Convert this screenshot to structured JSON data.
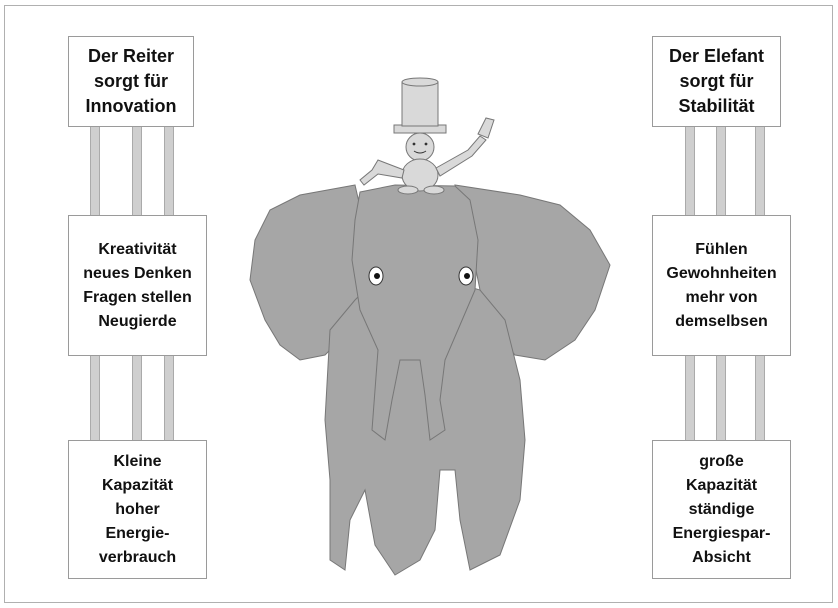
{
  "left": {
    "title": [
      "Der Reiter",
      "sorgt für",
      "Innovation"
    ],
    "middle": [
      "Kreativität",
      "neues Denken",
      "Fragen stellen",
      "Neugierde"
    ],
    "bottom": [
      "Kleine",
      "Kapazität",
      "hoher",
      "Energie-",
      "verbrauch"
    ]
  },
  "right": {
    "title": [
      "Der Elefant",
      "sorgt für",
      "Stabilität"
    ],
    "middle": [
      "Fühlen",
      "Gewohnheiten",
      "mehr von",
      "demselbsen"
    ],
    "bottom": [
      "große",
      "Kapazität",
      "ständige",
      "Energiespar-",
      "Absicht"
    ]
  },
  "colors": {
    "elephant": "#a6a6a6",
    "rider": "#d9d9d9",
    "pillar": "#cfcfcf",
    "border": "#9a9a9a"
  }
}
